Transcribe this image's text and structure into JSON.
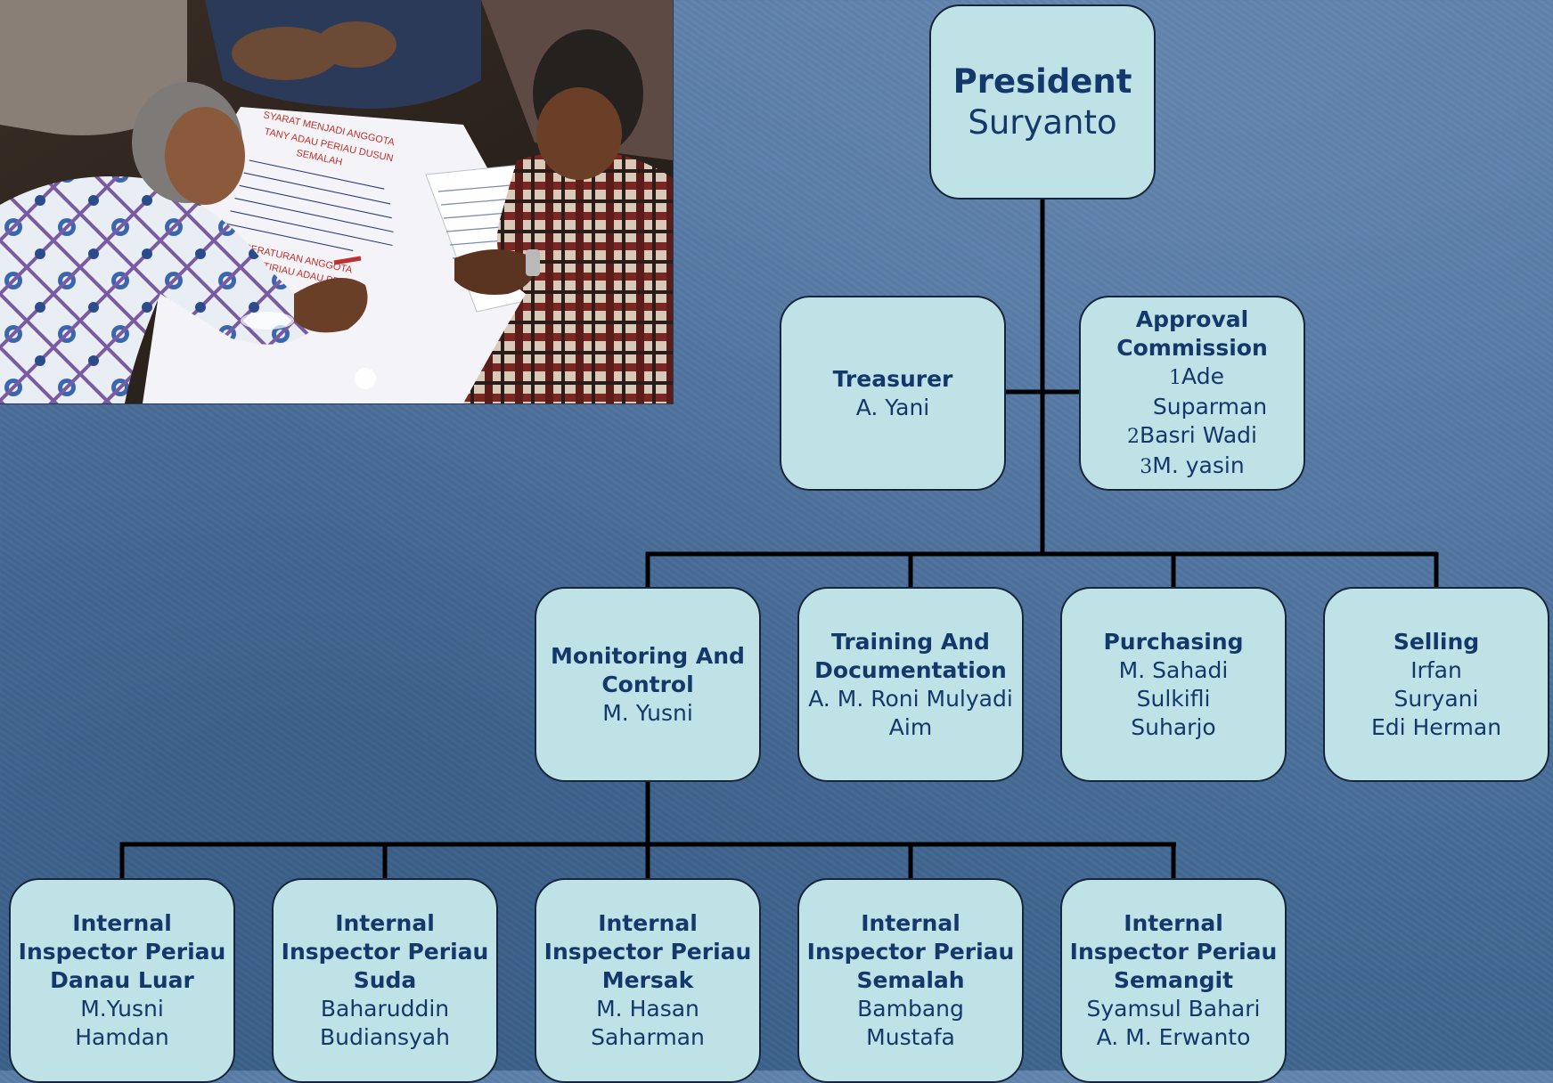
{
  "org_chart": {
    "president": {
      "title": "President",
      "names": [
        "Suryanto"
      ]
    },
    "treasurer": {
      "title": "Treasurer",
      "names": [
        "A. Yani"
      ]
    },
    "approval_commission": {
      "title": "Approval\nCommission",
      "members": [
        {
          "num": "1",
          "name": "Ade"
        },
        {
          "num": "",
          "name": "Suparman"
        },
        {
          "num": "2",
          "name": "Basri Wadi"
        },
        {
          "num": "3",
          "name": "M. yasin"
        }
      ]
    },
    "divisions": [
      {
        "title": "Monitoring And\nControl",
        "names": [
          "M. Yusni"
        ]
      },
      {
        "title": "Training And\nDocumentation",
        "names": [
          "A. M. Roni Mulyadi",
          "Aim"
        ]
      },
      {
        "title": "Purchasing",
        "names": [
          "M. Sahadi",
          "Sulkifli",
          "Suharjo"
        ]
      },
      {
        "title": "Selling",
        "names": [
          "Irfan",
          "Suryani",
          "Edi Herman"
        ]
      }
    ],
    "inspectors": [
      {
        "title": "Internal\nInspector Periau\nDanau Luar",
        "names": [
          "M.Yusni",
          "Hamdan"
        ]
      },
      {
        "title": "Internal\nInspector Periau\nSuda",
        "names": [
          "Baharuddin",
          "Budiansyah"
        ]
      },
      {
        "title": "Internal\nInspector Periau\nMersak",
        "names": [
          "M. Hasan",
          "Saharman"
        ]
      },
      {
        "title": "Internal\nInspector Periau\nSemalah",
        "names": [
          "Bambang",
          "Mustafa"
        ]
      },
      {
        "title": "Internal\nInspector Periau\nSemangit",
        "names": [
          "Syamsul Bahari",
          "A. M. Erwanto"
        ]
      }
    ]
  },
  "photo": {
    "description_icon": "meeting-photo",
    "poster_lines": [
      "SYARAT MENJADI ANGGOTA",
      "TANY ADAU PERIAU DUSUN",
      "SEMALAH",
      "PERATURAN ANGGOTA",
      "TIRIAU ADAU PERIAU"
    ]
  },
  "colors": {
    "box_fill": "#bfe2e6",
    "box_border": "#15253a",
    "text": "#14386b",
    "connector": "#000000",
    "background": "#4d739f"
  }
}
